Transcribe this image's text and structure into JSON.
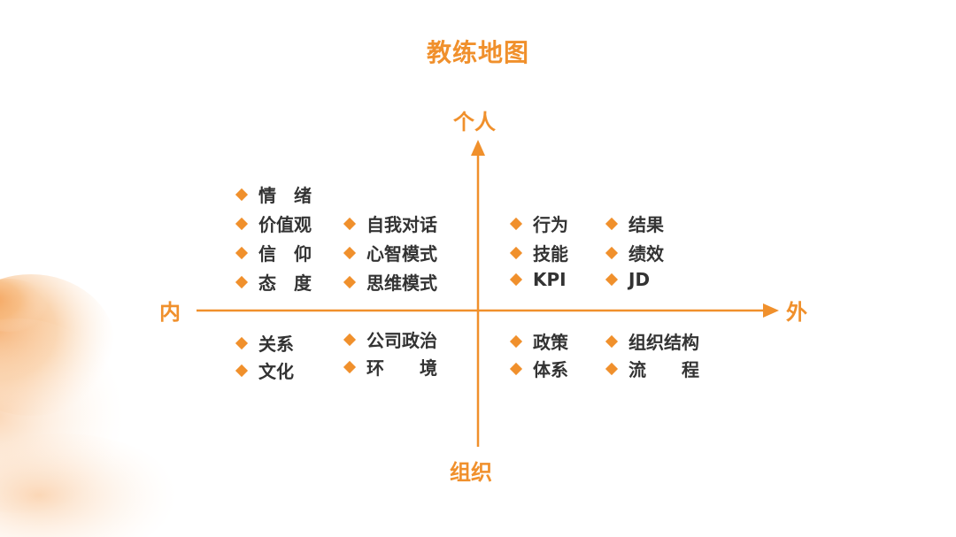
{
  "title": "教练地图",
  "axes": {
    "top": "个人",
    "bottom": "组织",
    "left": "内",
    "right": "外"
  },
  "colors": {
    "accent": "#f0902c",
    "text": "#333333"
  },
  "icon": "diamond-bullet-icon",
  "quadrants": {
    "top_left_col1": [
      "情　绪",
      "价值观",
      "信　仰",
      "态　度"
    ],
    "top_left_col2": [
      "自我对话",
      "心智模式",
      "思维模式"
    ],
    "top_right_col1": [
      "行为",
      "技能",
      "KPI"
    ],
    "top_right_col2": [
      "结果",
      "绩效",
      "JD"
    ],
    "bottom_left_col1": [
      "关系",
      "文化"
    ],
    "bottom_left_col2": [
      "公司政治",
      "环　　境"
    ],
    "bottom_right_col1": [
      "政策",
      "体系"
    ],
    "bottom_right_col2": [
      "组织结构",
      "流　　程"
    ]
  }
}
